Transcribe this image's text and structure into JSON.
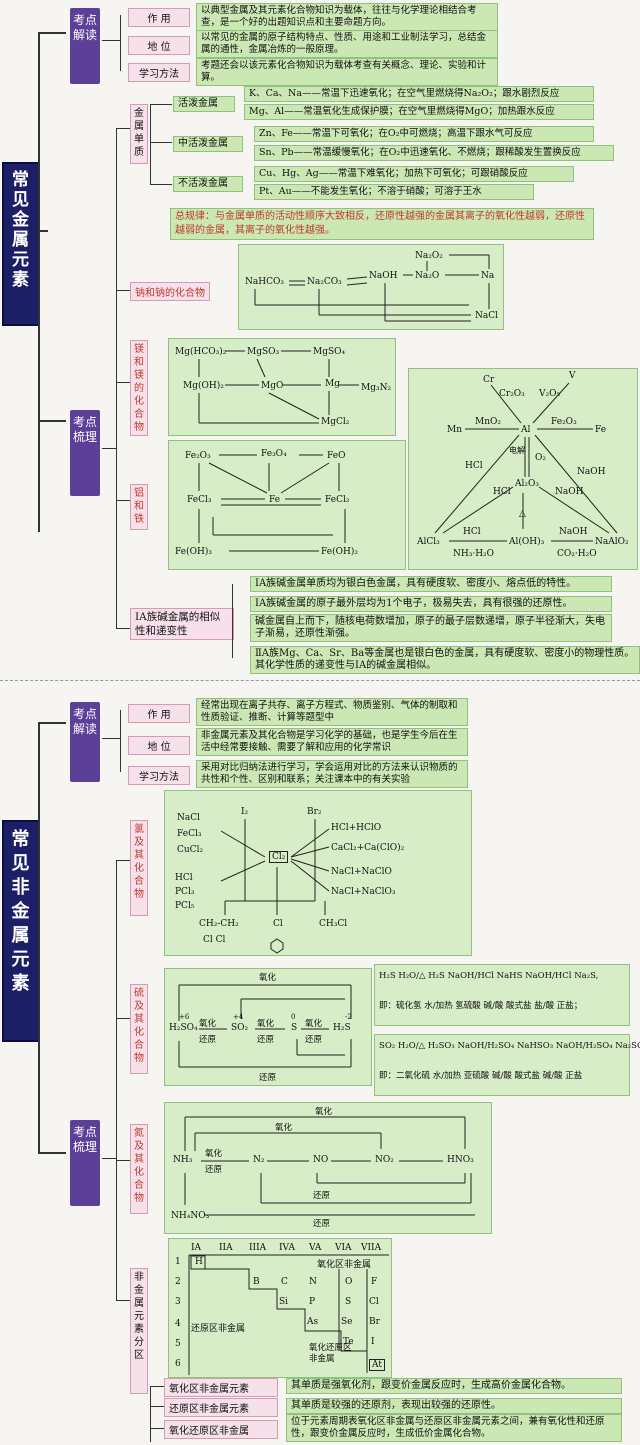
{
  "metal": {
    "title": "常见金属元素",
    "kaodian_jiedu": "考点解读",
    "kaodian_shuli": "考点梳理",
    "jiedu": [
      {
        "label": "作 用",
        "text": "以典型金属及其元素化合物知识为载体，往往与化学理论相结合考查，是一个好的出题知识点和主要命题方向。"
      },
      {
        "label": "地 位",
        "text": "以常见的金属的原子结构特点、性质、用途和工业制法学习，总结金属的通性，金属冶炼的一般原理。"
      },
      {
        "label": "学习方法",
        "text": "考题还会以该元素化合物知识为载体考查有关概念、理论、实验和计算。"
      }
    ],
    "danzhi": "金属单质",
    "groups": [
      {
        "label": "活泼金属",
        "rows": [
          "K、Ca、Na——常温下迅速氧化；在空气里燃烧得Na₂O₂；跟水剧烈反应",
          "Mg、Al——常温氧化生成保护膜；在空气里燃烧得MgO；加热跟水反应"
        ]
      },
      {
        "label": "中活泼金属",
        "rows": [
          "Zn、Fe——常温下可氧化；在O₂中可燃烧；高温下跟水气可反应",
          "Sn、Pb——常温缓慢氧化；在O₂中迅速氧化、不燃烧；跟稀酸发生置换反应"
        ]
      },
      {
        "label": "不活泼金属",
        "rows": [
          "Cu、Hg、Ag——常温下难氧化；加热下可氧化；可跟硝酸反应",
          "Pt、Au——不能发生氧化；不溶于硝酸；可溶于王水"
        ]
      }
    ],
    "zongguilv": "总规律：与金属单质的活动性顺序大致相反，还原性越强的金属其离子的氧化性越弱，还原性越弱的金属，其离子的氧化性越强。",
    "na_label": "钠和钠的化合物",
    "na": {
      "nahco3": "NaHCO₃",
      "na2co3": "Na₂CO₃",
      "naoh": "NaOH",
      "na2o2": "Na₂O₂",
      "na2o": "Na₂O",
      "na": "Na",
      "nacl": "NaCl"
    },
    "mg_label": "镁和镁的化合物",
    "mg": {
      "mghco3": "Mg(HCO₃)₂",
      "mgso3": "MgSO₃",
      "mgso4": "MgSO₄",
      "mgoh": "Mg(OH)₂",
      "mgo": "MgO",
      "mg": "Mg",
      "mg3n2": "Mg₃N₂",
      "mgcl2": "MgCl₂"
    },
    "fe_label": "铝和铁",
    "fe": {
      "fe2o3": "Fe₂O₃",
      "fe3o4": "Fe₃O₄",
      "feo": "FeO",
      "fecl3": "FeCl₃",
      "fe": "Fe",
      "fecl2": "FeCl₂",
      "feoh3": "Fe(OH)₃",
      "feoh2": "Fe(OH)₂"
    },
    "al": {
      "cr": "Cr",
      "cr2o3": "Cr₂O₃",
      "v2o5": "V₂O₅",
      "v": "V",
      "mn": "Mn",
      "mno2": "MnO₂",
      "al": "Al",
      "fe2o3": "Fe₂O₃",
      "fe": "Fe",
      "dianjie": "电解",
      "o2": "O₂",
      "hcl1": "HCl",
      "hcl2": "HCl",
      "naoh1": "NaOH",
      "naoh2": "NaOH",
      "al2o3": "Al₂O₃",
      "delta": "△",
      "alcl3": "AlCl₃",
      "hcl3": "HCl",
      "nh3h2o": "NH₃·H₂O",
      "aloh3": "Al(OH)₃",
      "naoh3": "NaOH",
      "co2": "CO₂·H₂O",
      "naalo2": "NaAlO₂"
    },
    "ia_label": "ⅠA族碱金属的相似性和递变性",
    "ia": [
      "ⅠA族碱金属单质均为银白色金属，具有硬度软、密度小、熔点低的特性。",
      "ⅠA族碱金属的原子最外层均为1个电子，极易失去，具有很强的还原性。",
      "碱金属自上而下，随核电荷数增加，原子的最子层数递增，原子半径渐大，失电子渐易，还原性渐强。",
      "ⅡA族Mg、Ca、Sr、Ba等金属也是银白色的金属，具有硬度软、密度小的物理性质。其化学性质的递变性与ⅠA的碱金属相似。"
    ]
  },
  "nonmetal": {
    "title": "常见非金属元素",
    "kaodian_jiedu": "考点解读",
    "kaodian_shuli": "考点梳理",
    "jiedu": [
      {
        "label": "作 用",
        "text": "经常出现在离子共存、离子方程式、物质鉴别、气体的制取和性质验证、推断、计算等题型中"
      },
      {
        "label": "地 位",
        "text": "非金属元素及其化合物是学习化学的基础，也是学生今后在生活中经常要接触、需要了解和应用的化学常识"
      },
      {
        "label": "学习方法",
        "text": "采用对比归纳法进行学习，学会运用对比的方法来认识物质的共性和个性、区别和联系；关注课本中的有关实验"
      }
    ],
    "cl_label": "氯及其化合物",
    "cl": {
      "nacl": "NaCl",
      "fecl3": "FeCl₃",
      "cucl2": "CuCl₂",
      "i2": "I₂",
      "br2": "Br₂",
      "cl2": "Cl₂",
      "hcl_hclo": "HCl+HClO",
      "cacl2": "CaCl₂+Ca(ClO)₂",
      "nacl_naclo": "NaCl+NaClO",
      "nacl_naclo3": "NaCl+NaClO₃",
      "hcl": "HCl",
      "pcl3": "PCl₃",
      "pcl5": "PCl₅",
      "ch2cl": "CH₂-CH₂",
      "clcl": "Cl  Cl",
      "cl": "Cl",
      "ch3cl": "CH₃Cl"
    },
    "s_label": "硫及其化合物",
    "s": {
      "h2so4": "H₂SO₄",
      "so2": "SO₂",
      "s": "S",
      "h2s": "H₂S",
      "yanghua1": "氧化",
      "yanghua2": "氧化",
      "yanghua3": "氧化",
      "yanghua4": "氧化",
      "huanyuan1": "还原",
      "huanyuan2": "还原",
      "huanyuan3": "还原",
      "huanyuan4": "还原",
      "ox_s": "+6",
      "ox_so2": "+4",
      "ox_sv": "0",
      "ox_h2s": "-2"
    },
    "s_right": {
      "row1": "H₂S  H₂O/△  H₂S  NaOH/HCl  NaHS  NaOH/HCl  Na₂S,",
      "row2": "即：硫化氢 水/加热 氢硫酸 碱/酸 酸式盐 盐/酸 正盐；",
      "row3": "SO₂  H₂O/△  H₂SO₃  NaOH/H₂SO₄  NaHSO₃  NaOH/H₂SO₄  Na₂SO₃,",
      "row4": "即：二氧化硫 水/加热 亚硫酸 碱/酸 酸式盐 碱/酸 正盐"
    },
    "n_label": "氮及其化合物",
    "n": {
      "nh3": "NH₃",
      "n2": "N₂",
      "no": "NO",
      "no2": "NO₂",
      "hno3": "HNO₃",
      "nh4no3": "NH₄NO₃",
      "yanghua_top": "氧化",
      "yanghua_mid": "氧化",
      "yanghua": "氧化",
      "huanyuan": "还原",
      "huanyuan_b1": "还原",
      "huanyuan_b2": "还原"
    },
    "pt_label": "非金属元素分区",
    "pt": {
      "header": [
        "IA",
        "IIA",
        "IIIA",
        "IVA",
        "VA",
        "VIA",
        "VIIA"
      ],
      "rows": [
        "1",
        "2",
        "3",
        "4",
        "5",
        "6"
      ],
      "h": "H",
      "yanghua_zone": "氧化区非金属",
      "b": "B",
      "c": "C",
      "n": "N",
      "o": "O",
      "f": "F",
      "si": "Si",
      "p": "P",
      "s": "S",
      "cl": "Cl",
      "as": "As",
      "se": "Se",
      "br": "Br",
      "te": "Te",
      "i": "I",
      "at": "At",
      "huanyuan_zone": "还原区非金属",
      "mid_zone": "氧化还原区非金属"
    },
    "zones": [
      {
        "label": "氧化区非金属元素",
        "text": "其单质是强氧化剂，跟变价金属反应时，生成高价金属化合物。"
      },
      {
        "label": "还原区非金属元素",
        "text": "其单质是较强的还原剂，表现出较强的还原性。"
      },
      {
        "label": "氧化还原区非金属",
        "text": "位于元素周期表氧化区非金属与还原区非金属元素之间，兼有氧化性和还原性，跟变价金属反应时，生成低价金属化合物。"
      }
    ]
  }
}
